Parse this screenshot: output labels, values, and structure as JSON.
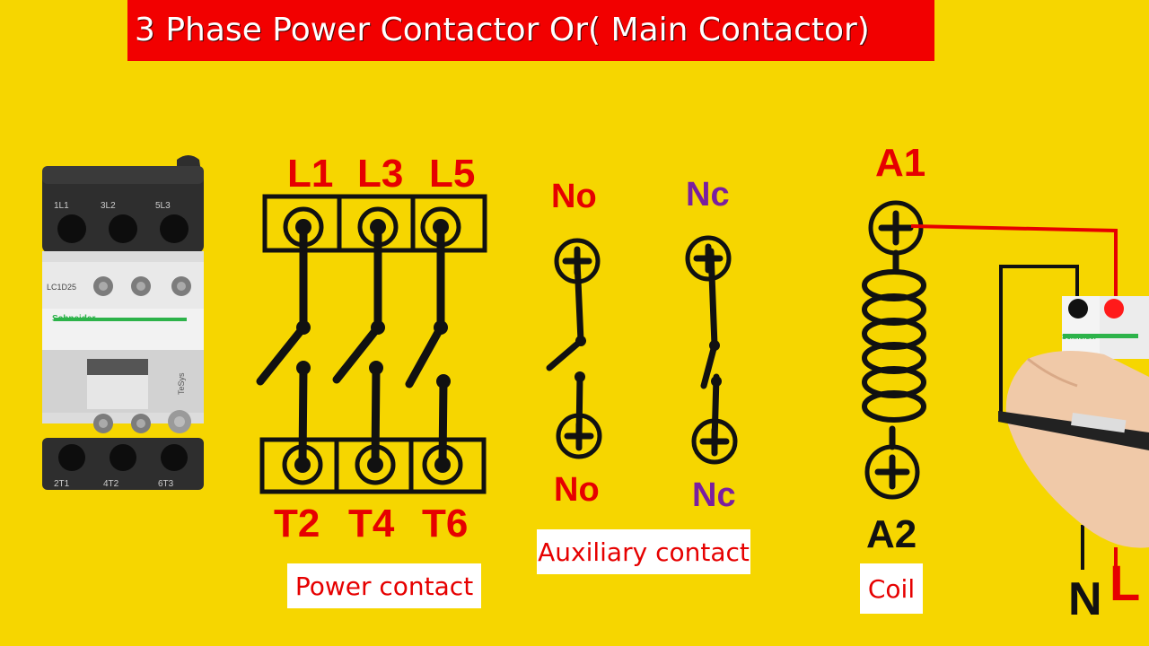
{
  "title": "3 Phase Power Contactor Or( Main Contactor)",
  "power": {
    "top_terminals": [
      "L1",
      "L3",
      "L5"
    ],
    "bottom_terminals": [
      "T2",
      "T4",
      "T6"
    ],
    "caption": "Power contact"
  },
  "auxiliary": {
    "no_top": "No",
    "no_bottom": "No",
    "nc_top": "Nc",
    "nc_bottom": "Nc",
    "caption": "Auxiliary contact"
  },
  "coil": {
    "top_terminal": "A1",
    "bottom_terminal": "A2",
    "caption": "Coil"
  },
  "supply": {
    "neutral": "N",
    "line": "L"
  },
  "device": {
    "brand": "Schneider",
    "model": "LC1D25",
    "series": "TeSys",
    "top_terminal_marks": [
      "1L1",
      "3L2",
      "5L3"
    ],
    "bottom_terminal_marks": [
      "2T1",
      "4T2",
      "6T3"
    ]
  },
  "colors": {
    "background": "#f6d600",
    "title_bar": "#f20000",
    "label_red": "#e60000",
    "label_purple": "#7a1fa0",
    "wire_red": "#e60000"
  }
}
